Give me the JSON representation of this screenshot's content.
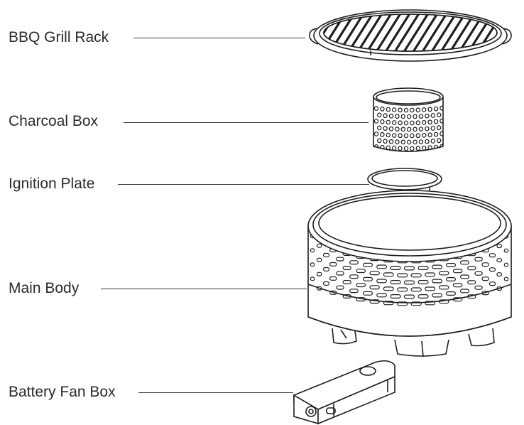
{
  "diagram": {
    "parts": [
      {
        "id": "grill-rack",
        "label": "BBQ Grill Rack"
      },
      {
        "id": "charcoal-box",
        "label": "Charcoal Box"
      },
      {
        "id": "ignition-plate",
        "label": "Ignition Plate"
      },
      {
        "id": "main-body",
        "label": "Main Body"
      },
      {
        "id": "battery-fan-box",
        "label": "Battery Fan Box"
      }
    ]
  },
  "colors": {
    "stroke": "#1e1e1e",
    "label": "#2a2a2a",
    "background": "#ffffff"
  }
}
